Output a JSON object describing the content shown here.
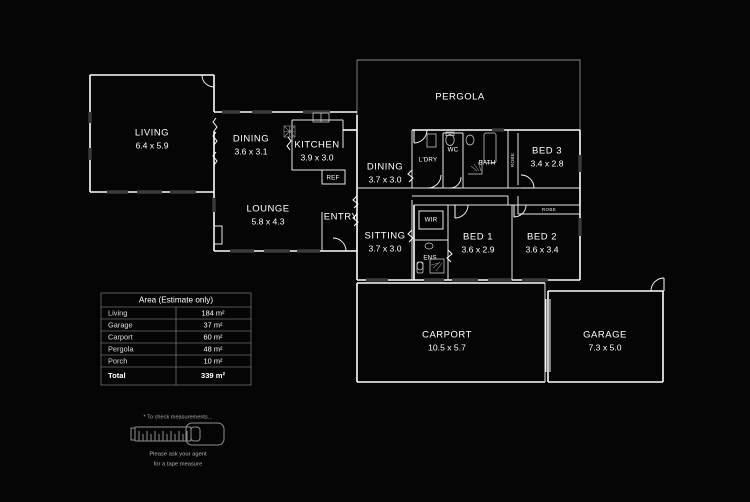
{
  "plan": {
    "background_color": "#050505",
    "line_color": "#ffffff",
    "faint_line_color": "#8a8a8a",
    "window_color": "#3a3a3a"
  },
  "rooms": [
    {
      "id": "living",
      "name": "LIVING",
      "dimensions": "6.4 x 5.9"
    },
    {
      "id": "dining1",
      "name": "DINING",
      "dimensions": "3.6 x 3.1"
    },
    {
      "id": "kitchen",
      "name": "KITCHEN",
      "dimensions": "3.9 x 3.0"
    },
    {
      "id": "lounge",
      "name": "LOUNGE",
      "dimensions": "5.8 x 4.3"
    },
    {
      "id": "entry",
      "name": "ENTRY",
      "dimensions": ""
    },
    {
      "id": "dining2",
      "name": "DINING",
      "dimensions": "3.7 x 3.0"
    },
    {
      "id": "sitting",
      "name": "SITTING",
      "dimensions": "3.7 x 3.0"
    },
    {
      "id": "pergola",
      "name": "PERGOLA",
      "dimensions": ""
    },
    {
      "id": "bed3",
      "name": "BED 3",
      "dimensions": "3.4 x 2.8"
    },
    {
      "id": "bed1",
      "name": "BED 1",
      "dimensions": "3.6 x 2.9"
    },
    {
      "id": "bed2",
      "name": "BED 2",
      "dimensions": "3.6 x 3.4"
    },
    {
      "id": "carport",
      "name": "CARPORT",
      "dimensions": "10.5 x 5.7"
    },
    {
      "id": "garage",
      "name": "GARAGE",
      "dimensions": "7.3 x 5.0"
    }
  ],
  "small_rooms": [
    {
      "id": "ldry",
      "name": "L'DRY"
    },
    {
      "id": "wc",
      "name": "WC"
    },
    {
      "id": "bath",
      "name": "BATH"
    },
    {
      "id": "wir",
      "name": "WIR"
    },
    {
      "id": "ens",
      "name": "ENS"
    },
    {
      "id": "ref",
      "name": "REF"
    }
  ],
  "tiny_labels": [
    {
      "id": "robe-bed3",
      "name": "ROBE"
    },
    {
      "id": "robe-bed2",
      "name": "ROBE"
    }
  ],
  "area_table": {
    "title": "Area (Estimate only)",
    "rows": [
      {
        "label": "Living",
        "value": "184 m²"
      },
      {
        "label": "Garage",
        "value": "37 m²"
      },
      {
        "label": "Carport",
        "value": "60 m²"
      },
      {
        "label": "Pergola",
        "value": "48 m²"
      },
      {
        "label": "Porch",
        "value": "10 m²"
      }
    ],
    "total": {
      "label": "Total",
      "value": "339 m²"
    }
  },
  "disclaimer": {
    "top": "* To check measurements...",
    "line1": "Please ask your agent",
    "line2": "for a tape measure",
    "icon": "tape-measure-icon"
  }
}
